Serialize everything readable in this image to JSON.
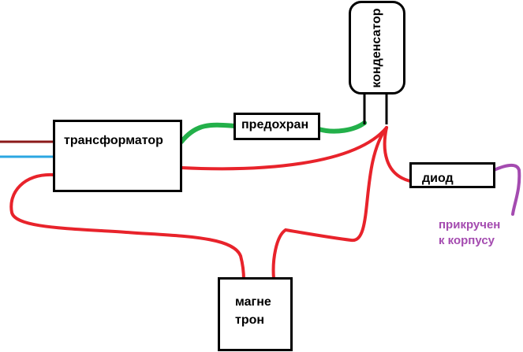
{
  "components": {
    "transformer": "трансформатор",
    "fuse": "предохран",
    "capacitor": "конденсатор",
    "diode": "диод",
    "magnetron_line1": "магне",
    "magnetron_line2": "трон"
  },
  "note": {
    "line1": "прикручен",
    "line2": "к корпусу"
  },
  "colors": {
    "red_wire": "#e8232b",
    "green_wire": "#23b04a",
    "purple_wire": "#a44bb0",
    "blue_wire": "#2ba7e2",
    "brown_wire": "#8b1a1a",
    "note_text": "#a44bb0",
    "outline": "#000000"
  }
}
